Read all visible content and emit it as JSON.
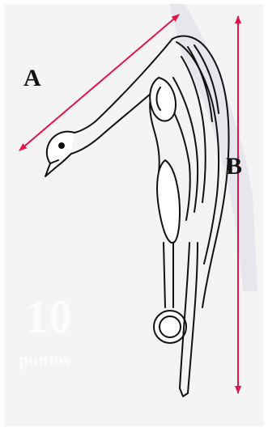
{
  "labels": {
    "a": "A",
    "b": "B"
  },
  "watermark": {
    "number": "10",
    "word": "puntos"
  },
  "colors": {
    "background": "#f4f4f4",
    "watermark_band": "#e5e5ea",
    "arrow": "#e31449",
    "ink": "#111111"
  }
}
